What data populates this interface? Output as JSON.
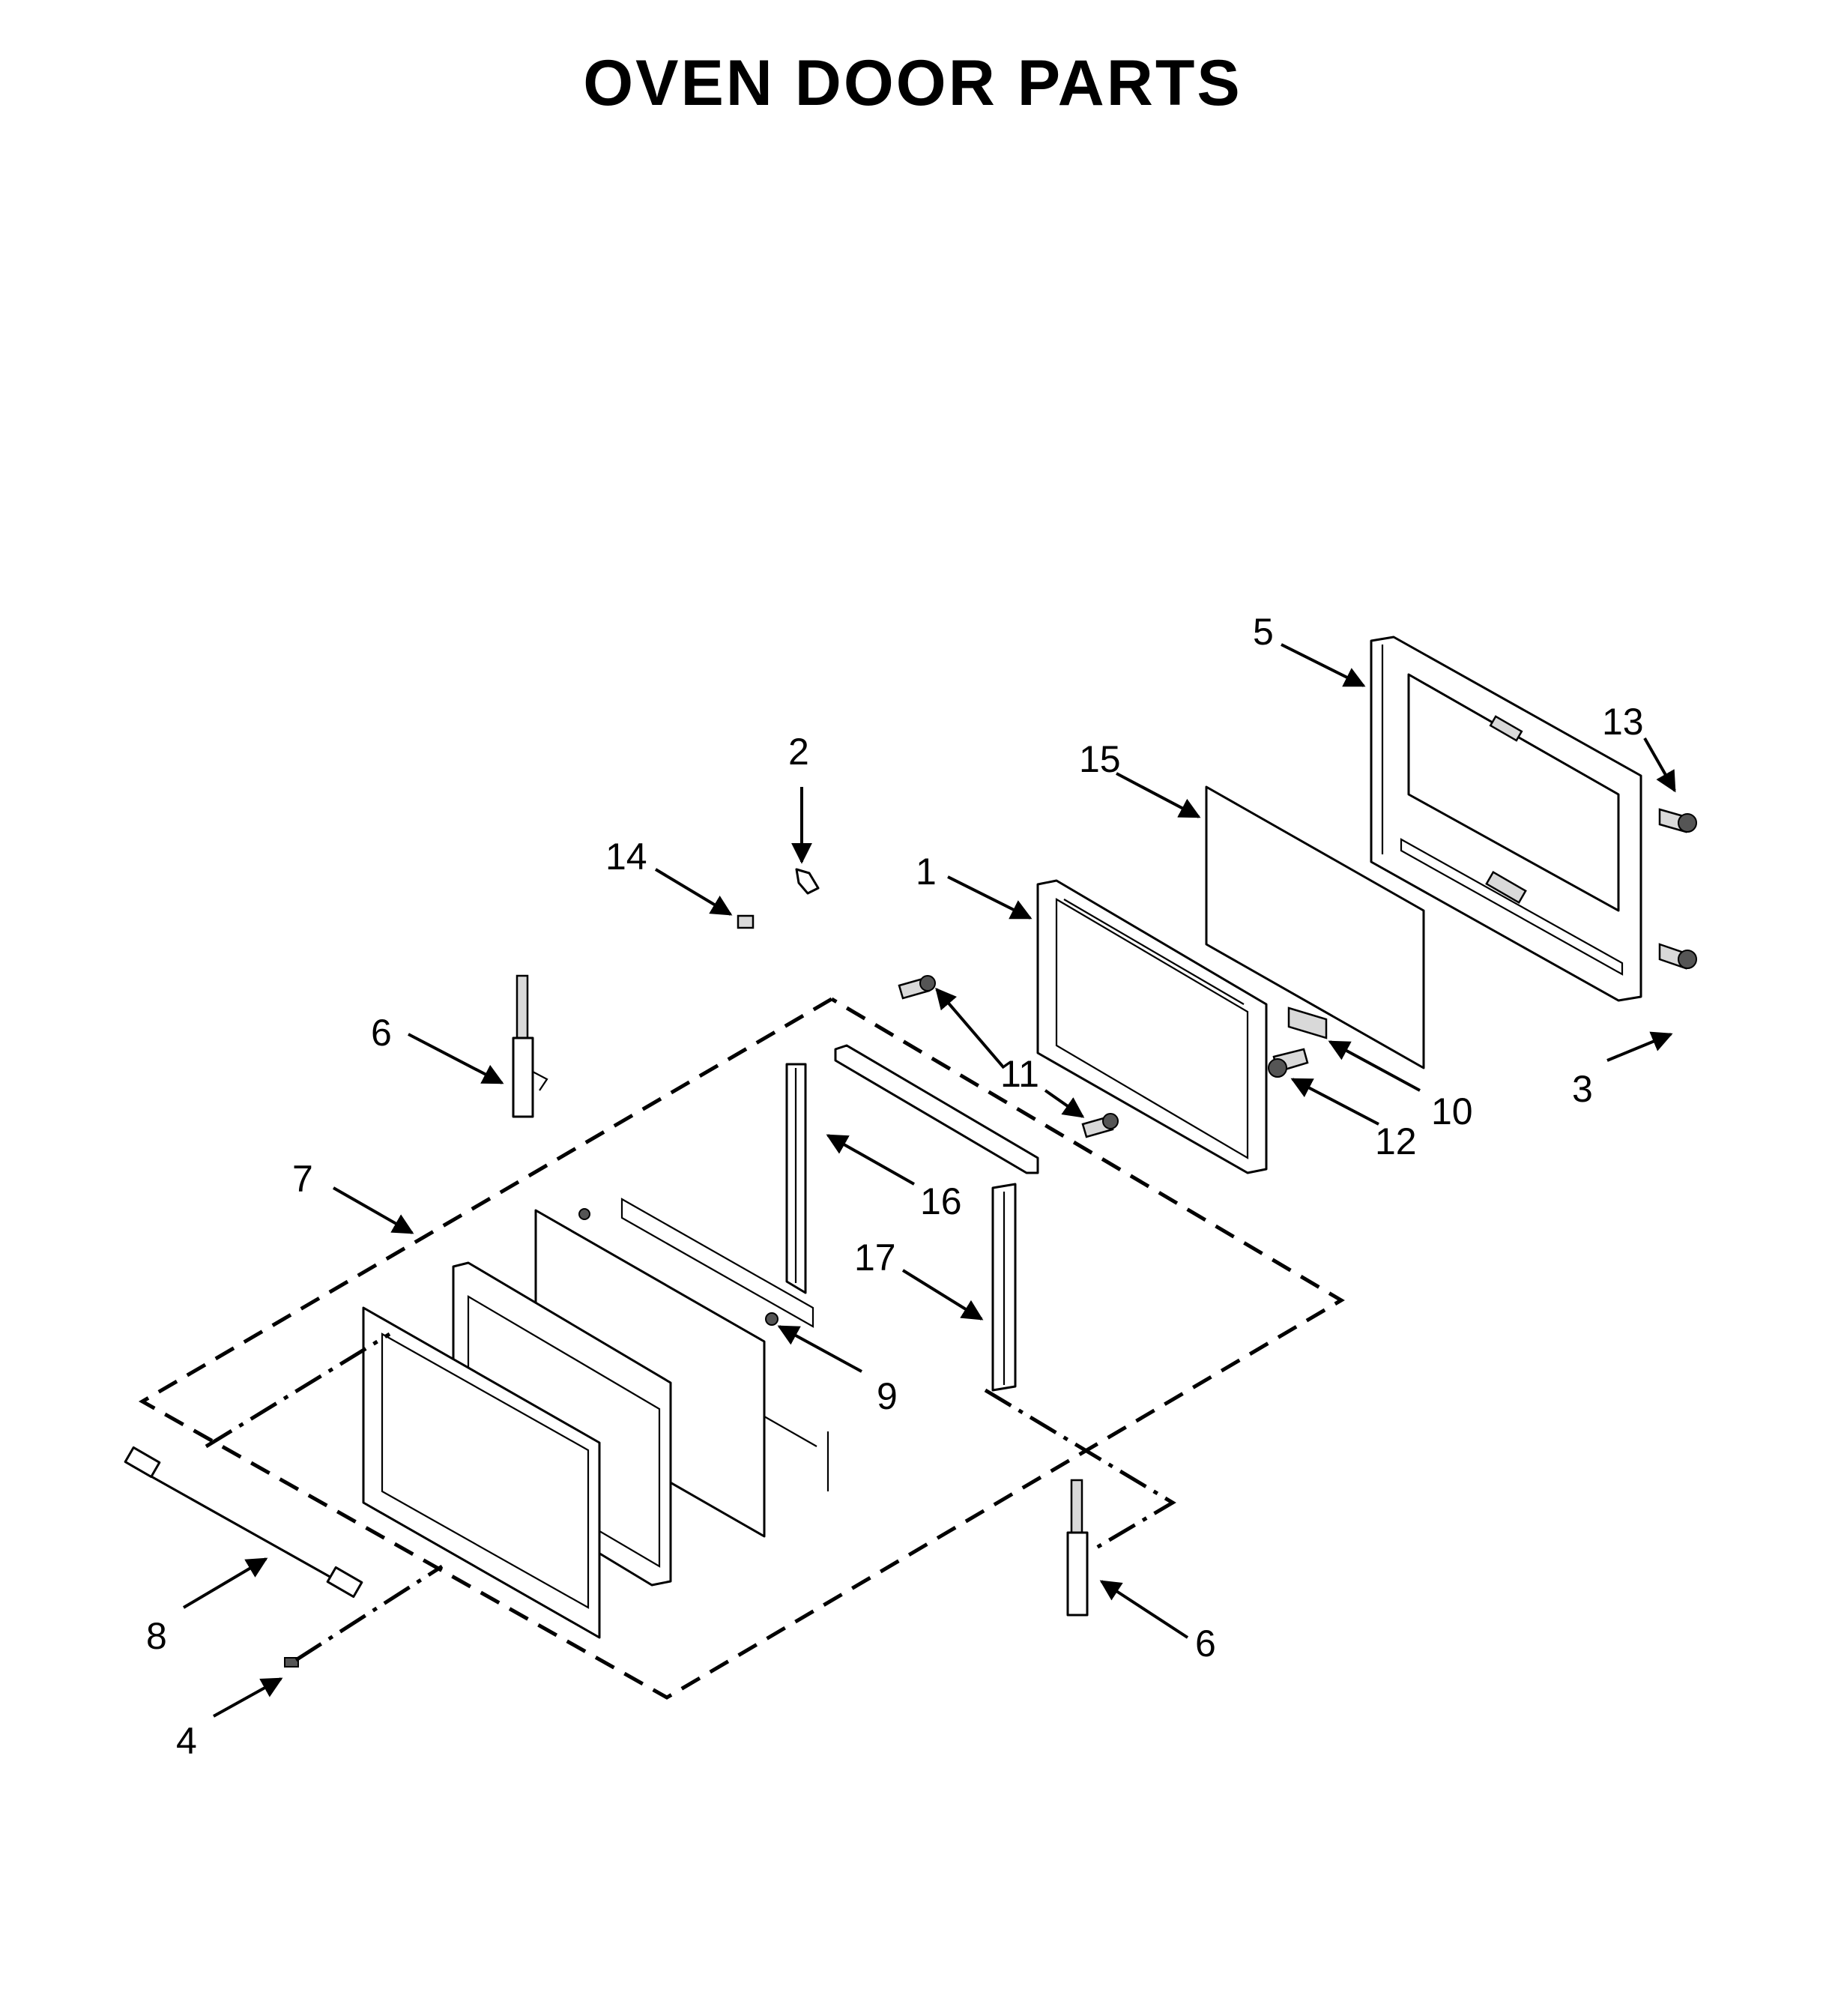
{
  "title": "OVEN DOOR PARTS",
  "callouts": [
    {
      "id": "c1",
      "label": "1"
    },
    {
      "id": "c2",
      "label": "2"
    },
    {
      "id": "c3",
      "label": "3"
    },
    {
      "id": "c4",
      "label": "4"
    },
    {
      "id": "c5",
      "label": "5"
    },
    {
      "id": "c6a",
      "label": "6"
    },
    {
      "id": "c6b",
      "label": "6"
    },
    {
      "id": "c7",
      "label": "7"
    },
    {
      "id": "c8",
      "label": "8"
    },
    {
      "id": "c9",
      "label": "9"
    },
    {
      "id": "c10",
      "label": "10"
    },
    {
      "id": "c11",
      "label": "11"
    },
    {
      "id": "c12",
      "label": "12"
    },
    {
      "id": "c13",
      "label": "13"
    },
    {
      "id": "c14",
      "label": "14"
    },
    {
      "id": "c15",
      "label": "15"
    },
    {
      "id": "c16",
      "label": "16"
    },
    {
      "id": "c17",
      "label": "17"
    }
  ]
}
